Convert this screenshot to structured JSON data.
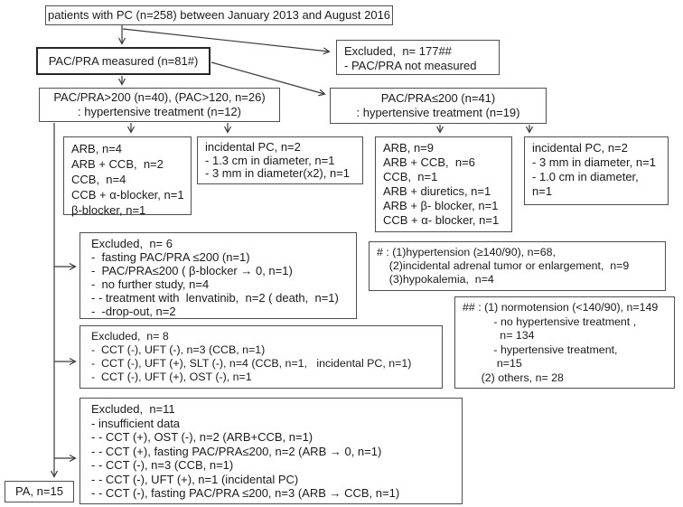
{
  "diagram": {
    "title_hint": "patient selection flowchart",
    "patients_box": {
      "lines": [
        "patients with PC (n=258) between January 2013 and August 2016"
      ]
    },
    "measured_box": {
      "lines": [
        "PAC/PRA measured (n=81#)"
      ]
    },
    "excluded_177_box": {
      "lines": [
        "Excluded,  n= 177##",
        "- PAC/PRA not measured"
      ]
    },
    "gt200_box": {
      "lines": [
        "PAC/PRA>200 (n=40), (PAC>120, n=26)",
        ": hypertensive treatment (n=12)"
      ]
    },
    "le200_box": {
      "lines": [
        "PAC/PRA≤200 (n=41)",
        ": hypertensive treatment (n=19)"
      ]
    },
    "gt200_meds_box": {
      "lines": [
        "ARB, n=4",
        "ARB + CCB,  n=2",
        "CCB,  n=4",
        "CCB + α-blocker, n=1",
        "β-blocker, n=1"
      ]
    },
    "gt200_incidental_box": {
      "lines": [
        "incidental PC, n=2",
        "- 1.3 cm in diameter, n=1",
        "- 3 mm in diameter(x2), n=1"
      ]
    },
    "le200_meds_box": {
      "lines": [
        "ARB, n=9",
        "ARB + CCB,  n=6",
        "CCB,  n=1",
        "ARB + diuretics, n=1",
        "ARB + β- blocker, n=1",
        "CCB + α- blocker, n=1"
      ]
    },
    "le200_incidental_box": {
      "lines": [
        "incidental PC, n=2",
        "- 3 mm in diameter, n=1",
        "- 1.0 cm in diameter,",
        "n=1"
      ]
    },
    "excluded_6_box": {
      "lines": [
        "Excluded,  n= 6",
        "-  fasting PAC/PRA ≤200 (n=1)",
        "-  PAC/PRA≤200 ( β-blocker → 0, n=1)",
        "-  no further study, n=4",
        "- - treatment with  lenvatinib,  n=2 ( death,  n=1)",
        "-  -drop-out, n=2"
      ]
    },
    "hash_note_box": {
      "lines": [
        "# : (1)hypertension (≥140/90), n=68,",
        "    (2)incidental adrenal tumor or enlargement,  n=9",
        "    (3)hypokalemia,  n=4"
      ]
    },
    "excluded_8_box": {
      "lines": [
        "Excluded,  n= 8",
        "-  CCT (-), UFT (-), n=3 (CCB, n=1)",
        "-  CCT (-), UFT (+), SLT (-), n=4 (CCB, n=1,   incidental PC, n=1)",
        "-  CCT (-), UFT (+), OST (-), n=1"
      ]
    },
    "hashhash_note_box": {
      "lines": [
        "## : (1) normotension (<140/90), n=149",
        "          - no hypertensive treatment ,",
        "            n= 134",
        "          - hypertensive treatment,",
        "           n=15",
        "      (2) others, n= 28"
      ]
    },
    "excluded_11_box": {
      "lines": [
        "Excluded,  n=11",
        "- insufficient data",
        "- - CCT (+), OST (-), n=2 (ARB+CCB, n=1)",
        "- - CCT (+), fasting PAC/PRA≤200, n=2 (ARB → 0, n=1)",
        "- - CCT (-), n=3 (CCB, n=1)",
        "- - CCT (-), UFT (+), n=1 (incidental PC)",
        "- - CCT (-), fasting PAC/PRA ≤200, n=3 (ARB → CCB, n=1)"
      ]
    },
    "pa_box": {
      "lines": [
        "PA, n=15"
      ]
    },
    "line_color": "#3a3a3a"
  }
}
